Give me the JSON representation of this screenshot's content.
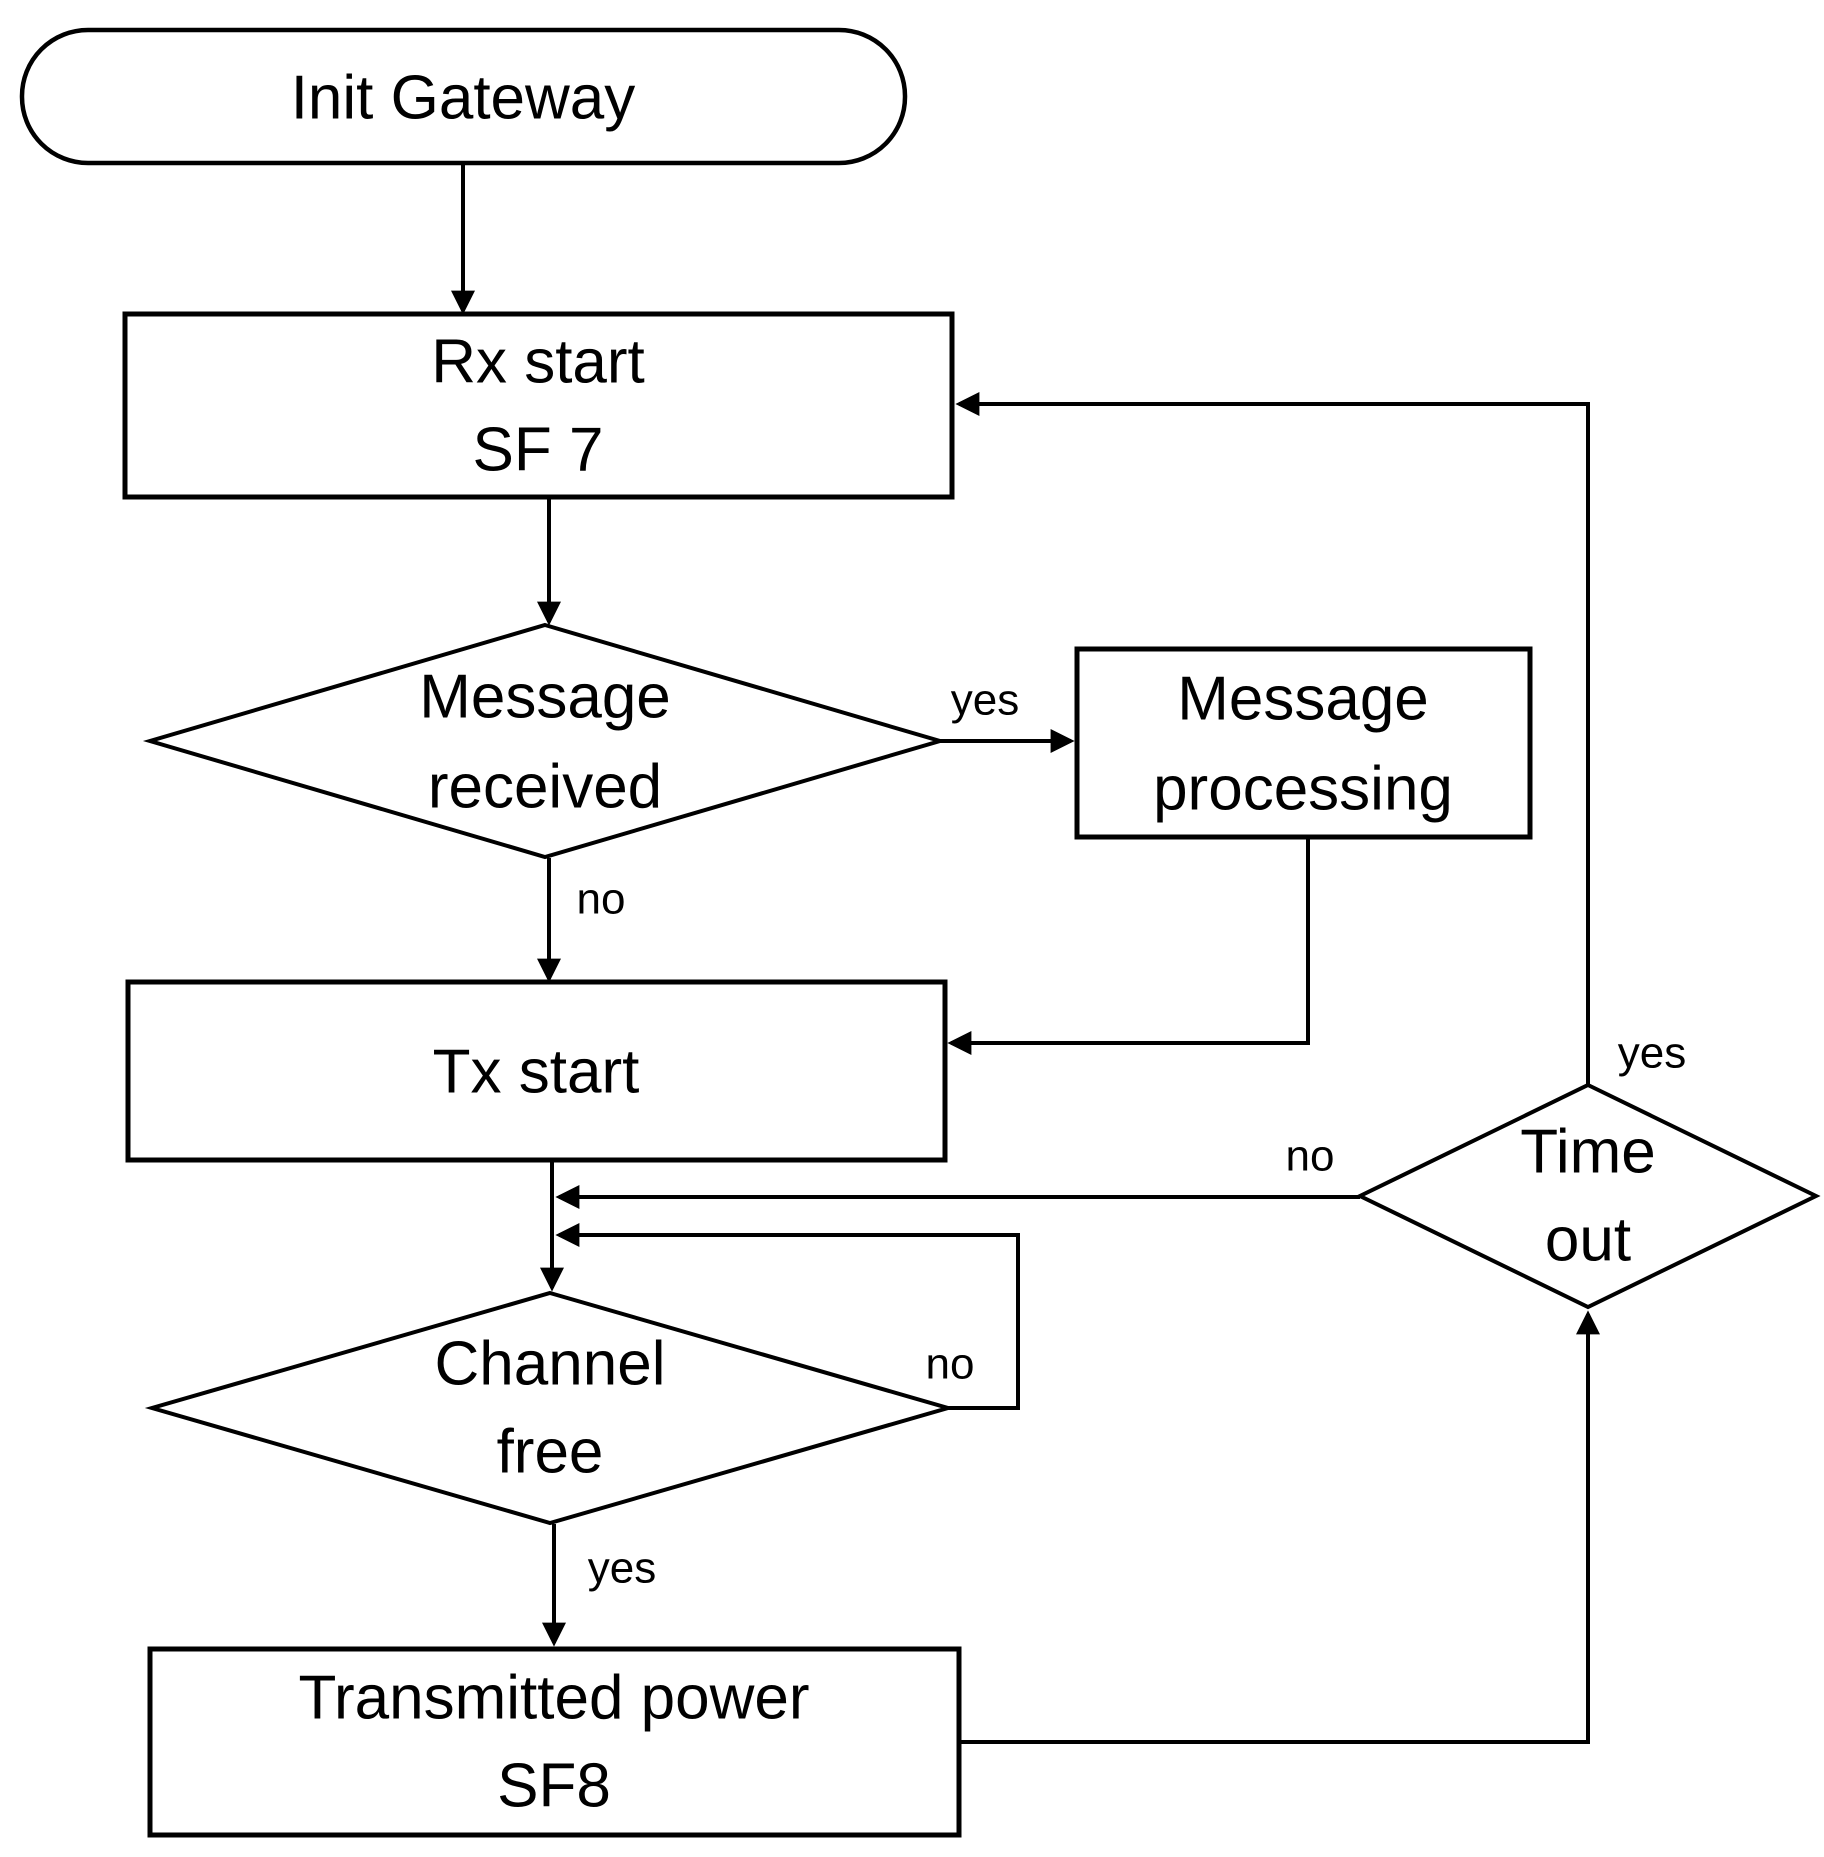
{
  "diagram": {
    "type": "flowchart",
    "colors": {
      "background": "#ffffff",
      "stroke": "#000000",
      "text": "#000000"
    },
    "nodes": {
      "init": {
        "shape": "terminator",
        "label": "Init Gateway"
      },
      "rx_start": {
        "shape": "process",
        "lines": [
          "Rx start",
          "SF 7"
        ]
      },
      "message_received": {
        "shape": "decision",
        "lines": [
          "Message",
          "received"
        ]
      },
      "message_processing": {
        "shape": "process",
        "lines": [
          "Message",
          "processing"
        ]
      },
      "tx_start": {
        "shape": "process",
        "label": "Tx start"
      },
      "channel_free": {
        "shape": "decision",
        "lines": [
          "Channel",
          "free"
        ]
      },
      "transmitted_power": {
        "shape": "process",
        "lines": [
          "Transmitted power",
          "SF8"
        ]
      },
      "timeout": {
        "shape": "decision",
        "lines": [
          "Time",
          "out"
        ]
      }
    },
    "edges": {
      "init_to_rx_start": {
        "from": "init",
        "to": "rx_start",
        "label": ""
      },
      "rx_start_to_message_received": {
        "from": "rx_start",
        "to": "message_received",
        "label": ""
      },
      "message_received_yes": {
        "from": "message_received",
        "to": "message_processing",
        "label": "yes"
      },
      "message_received_no": {
        "from": "message_received",
        "to": "tx_start",
        "label": "no"
      },
      "message_processing_to_tx_start": {
        "from": "message_processing",
        "to": "tx_start",
        "label": ""
      },
      "tx_start_to_channel_free": {
        "from": "tx_start",
        "to": "channel_free",
        "label": ""
      },
      "channel_free_no_loop": {
        "from": "channel_free",
        "to": "channel_free",
        "label": "no"
      },
      "channel_free_yes": {
        "from": "channel_free",
        "to": "transmitted_power",
        "label": "yes"
      },
      "transmitted_power_to_timeout": {
        "from": "transmitted_power",
        "to": "timeout",
        "label": ""
      },
      "timeout_yes": {
        "from": "timeout",
        "to": "rx_start",
        "label": "yes"
      },
      "timeout_no": {
        "from": "timeout",
        "to": "channel_free",
        "label": "no"
      }
    }
  }
}
